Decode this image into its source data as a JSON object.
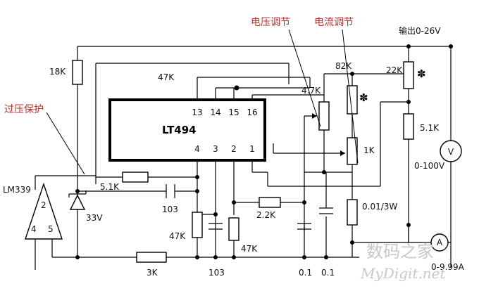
{
  "annotations": {
    "voltage_adjust": "电压调节",
    "current_adjust": "电流调节",
    "overvoltage_protection": "过压保护"
  },
  "components": {
    "ic": {
      "name": "LT494",
      "pins_top": [
        "13",
        "14",
        "15",
        "16"
      ],
      "pins_bottom": [
        "4",
        "3",
        "2",
        "1"
      ]
    },
    "comparator": {
      "name": "LM339",
      "pin_a": "2",
      "pin_b": "4",
      "pin_c": "5"
    },
    "r_18k": "18K",
    "r_47k_top": "47K",
    "r_5_1k_left": "5.1K",
    "c_103_a": "103",
    "zener": "33V",
    "r_47k_bottom_left": "47K",
    "c_103_b": "103",
    "r_47k_bottom_right": "47K",
    "r_3k": "3K",
    "r_2_2k": "2.2K",
    "pot_4_7k": "4.7K",
    "pot_82k": "82K",
    "pot_1k": "1K",
    "r_22k": "22K",
    "r_5_1k_right": "5.1K",
    "shunt": "0.01/3W",
    "c_0_1_a": "0.1",
    "c_0_1_b": "0.1",
    "output_label": "输出0-26V",
    "voltmeter_symbol": "V",
    "voltmeter_range": "0-100V",
    "ammeter_symbol": "A",
    "ammeter_range": "0-9.99A"
  },
  "watermark": {
    "line1": "数码之家",
    "line2": "MyDigit.net"
  }
}
